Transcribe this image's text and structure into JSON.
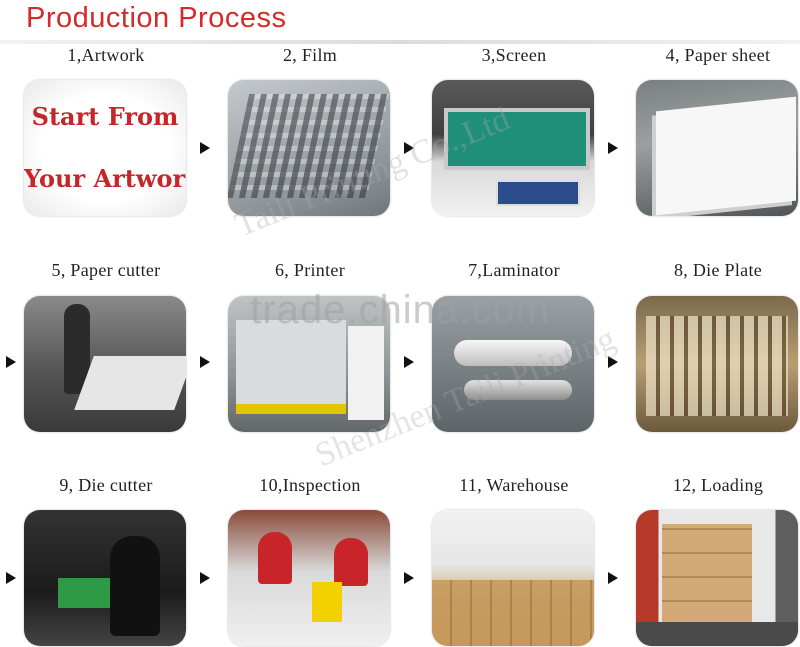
{
  "title": "Production Process",
  "watermark": "trade.china.com",
  "watermark_diag": "Taili Printing Co.,Ltd",
  "watermark_diag2": "Shenzhen Taili Printing",
  "artwork_line1": "Start From",
  "artwork_line2": "Your Artwork",
  "steps": [
    {
      "label": "1,Artwork"
    },
    {
      "label": "2, Film"
    },
    {
      "label": "3,Screen"
    },
    {
      "label": "4, Paper sheet"
    },
    {
      "label": "5, Paper cutter"
    },
    {
      "label": "6, Printer"
    },
    {
      "label": "7,Laminator"
    },
    {
      "label": "8, Die Plate"
    },
    {
      "label": "9, Die cutter"
    },
    {
      "label": "10,Inspection"
    },
    {
      "label": "11, Warehouse"
    },
    {
      "label": "12, Loading"
    }
  ],
  "colors": {
    "title": "#d62a2a",
    "artwork_text": "#c4262a"
  }
}
